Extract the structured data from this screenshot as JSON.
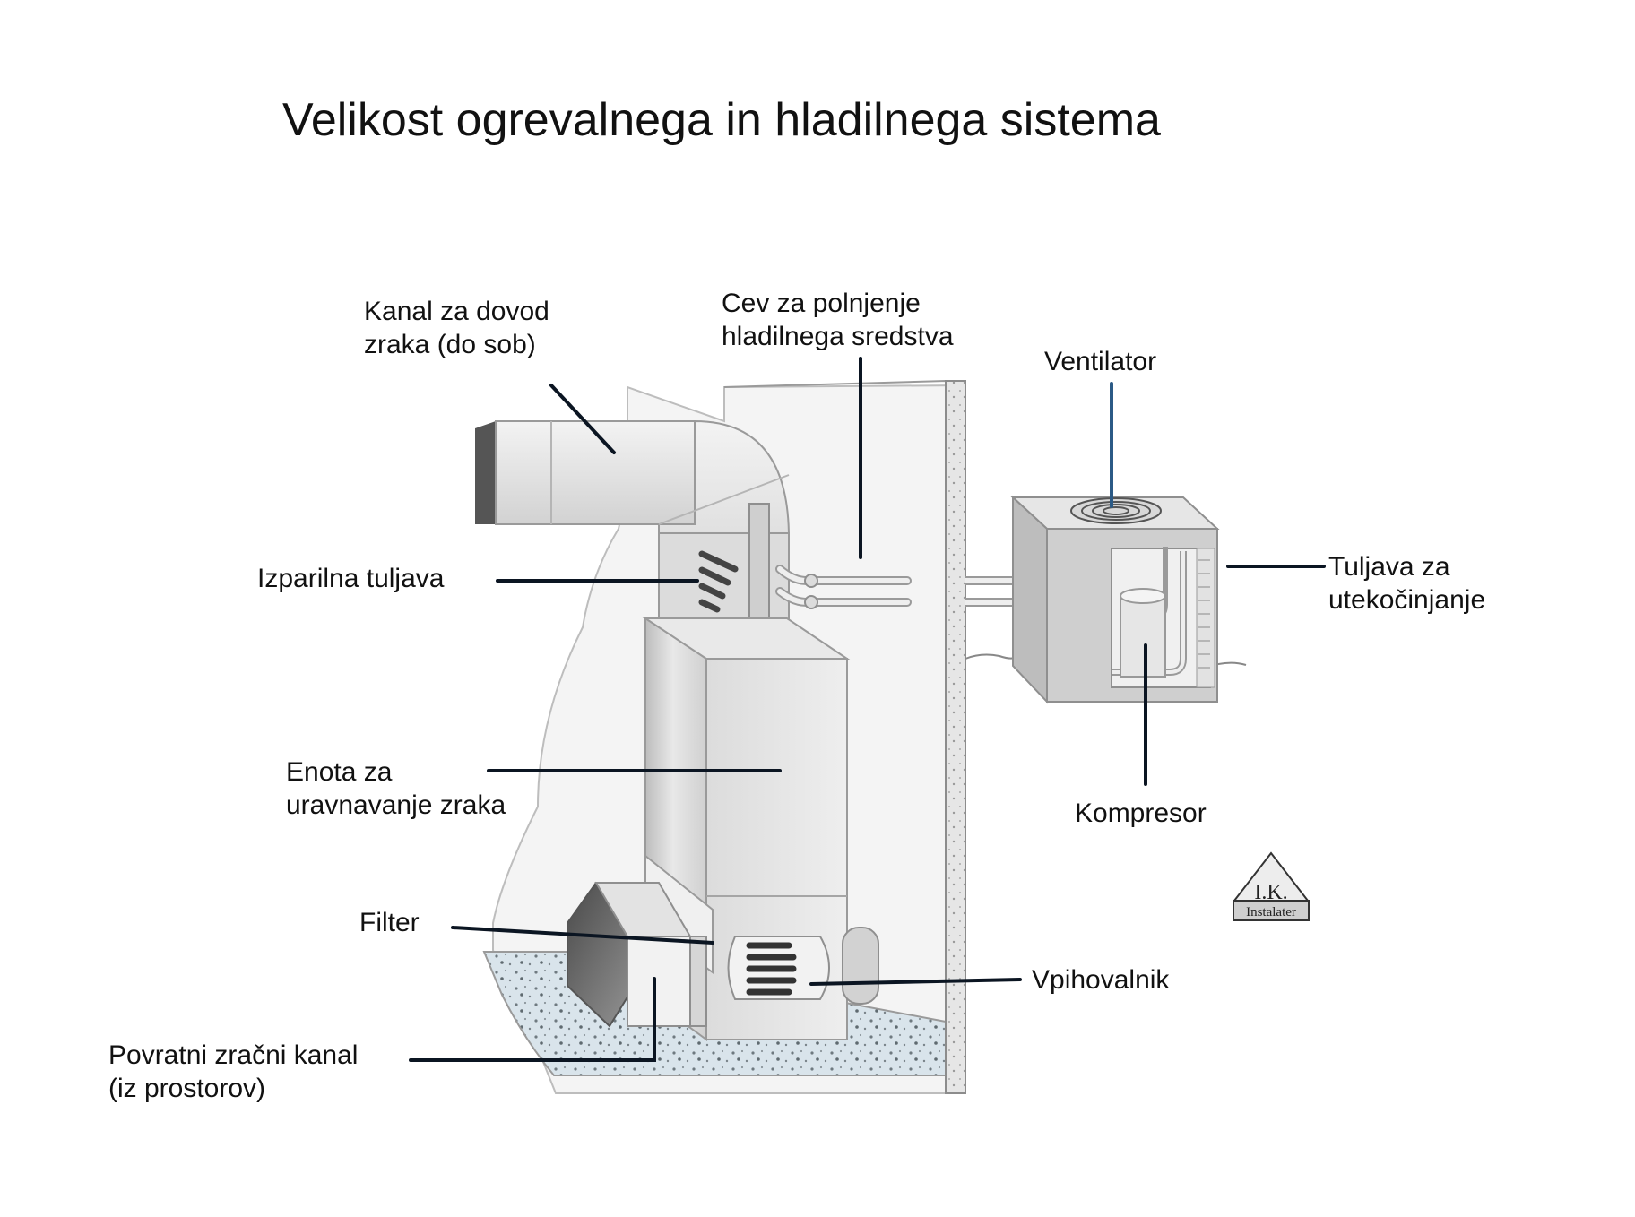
{
  "title": "Velikost ogrevalnega in hladilnega sistema",
  "labels": {
    "supply_duct": [
      "Kanal za dovod",
      "zraka (do sob)"
    ],
    "refrigerant_line": [
      "Cev za polnjenje",
      "hladilnega sredstva"
    ],
    "fan": "Ventilator",
    "evaporator_coil": "Izparilna tuljava",
    "condenser_coil": [
      "Tuljava za",
      "utekočinjanje"
    ],
    "air_handler": [
      "Enota za",
      "uravnavanje zraka"
    ],
    "compressor": "Kompresor",
    "filter": "Filter",
    "blower": "Vpihovalnik",
    "return_duct": [
      "Povratni zračni kanal",
      "(iz prostorov)"
    ]
  },
  "logo": {
    "initials": "I.K.",
    "subtitle": "Instalater"
  },
  "colors": {
    "leader_line": "#0b1522",
    "fan_leader": "#2b5a86",
    "metal_light": "#ededed",
    "metal_mid": "#cfcfcf",
    "metal_dark": "#8f8f8f",
    "concrete": "#d7e3ea"
  }
}
